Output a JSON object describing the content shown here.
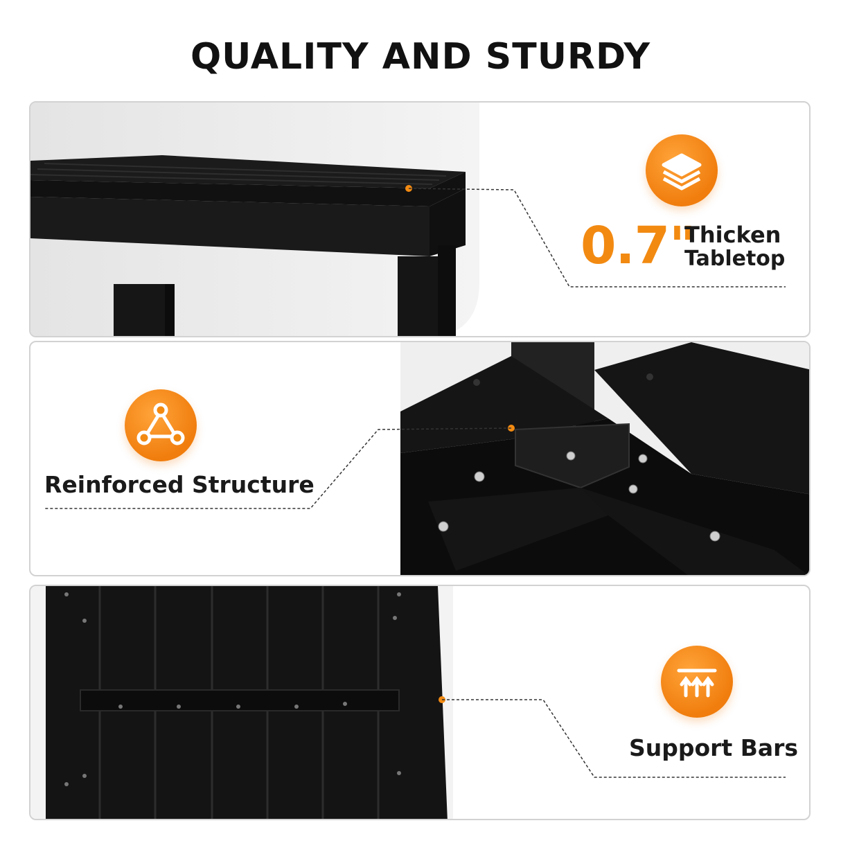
{
  "title": "QUALITY AND STURDY",
  "colors": {
    "accent": "#f28a12",
    "panel_border": "#d2d2d2",
    "product": "#141414"
  },
  "features": [
    {
      "number": "0.7\"",
      "line1": "Thicken",
      "line2": "Tabletop",
      "icon": "layers-icon"
    },
    {
      "label": "Reinforced Structure",
      "icon": "triangle-nodes-icon"
    },
    {
      "label": "Support Bars",
      "icon": "support-arrows-icon"
    }
  ]
}
